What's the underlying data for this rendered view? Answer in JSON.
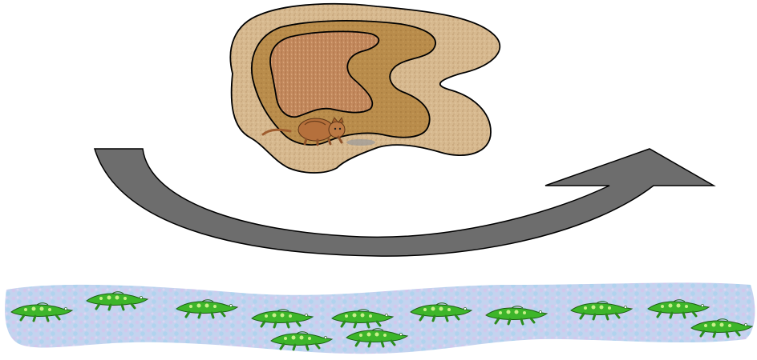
{
  "scene": {
    "layers": [
      {
        "name": "outer-ring",
        "color": "#d4b48a"
      },
      {
        "name": "middle-ring",
        "color": "#b88b4a"
      },
      {
        "name": "inner-core",
        "color": "#c0875c"
      }
    ],
    "outline_color": "#000000",
    "arrow": {
      "color": "#6a6a6a",
      "icon": "curved-arrow-icon"
    },
    "predator": {
      "icon": "cat-icon",
      "color": "#b06a3a"
    },
    "river": {
      "color": "#b9cbe9",
      "icon": "river-icon"
    },
    "creatures": {
      "icon": "crocodile-icon",
      "color": "#39a928",
      "count": 12
    }
  }
}
